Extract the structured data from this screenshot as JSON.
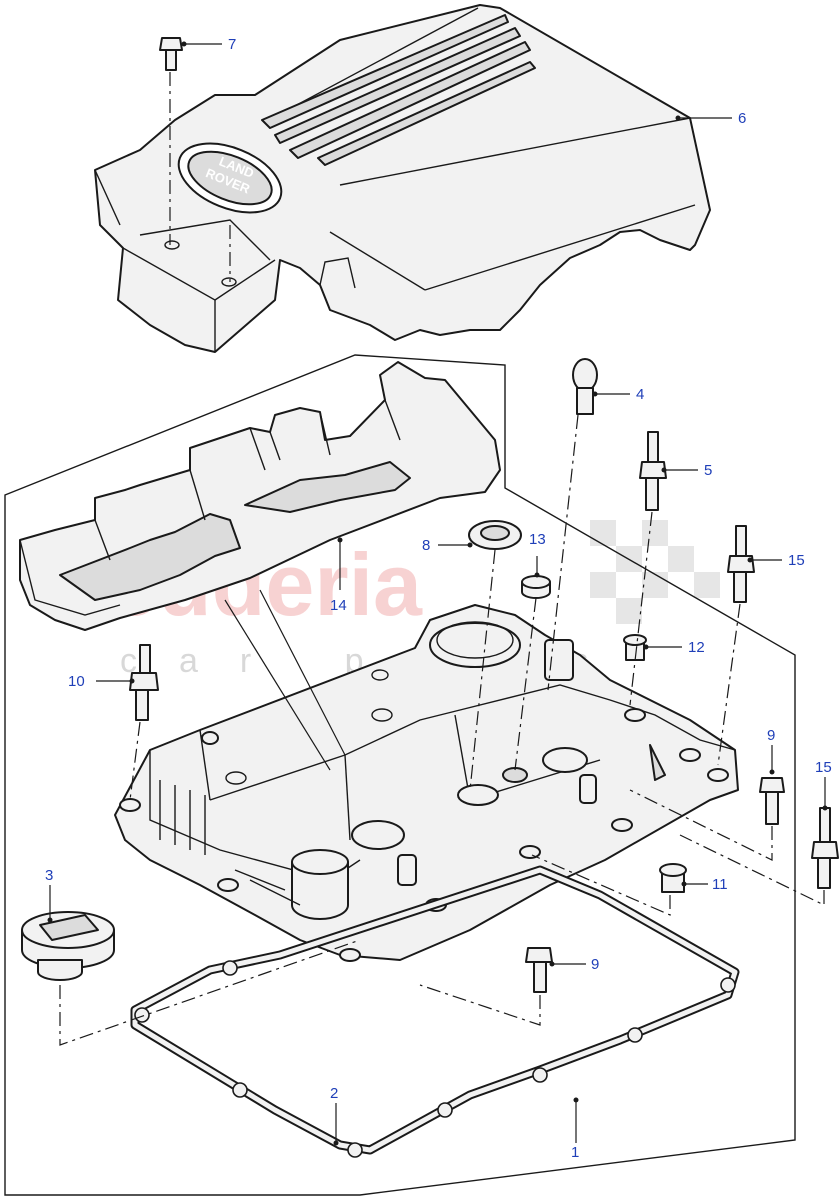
{
  "diagram": {
    "callouts": [
      {
        "id": "c1",
        "label": "1"
      },
      {
        "id": "c2",
        "label": "2"
      },
      {
        "id": "c3",
        "label": "3"
      },
      {
        "id": "c4",
        "label": "4"
      },
      {
        "id": "c5",
        "label": "5"
      },
      {
        "id": "c6",
        "label": "6"
      },
      {
        "id": "c7",
        "label": "7"
      },
      {
        "id": "c8",
        "label": "8"
      },
      {
        "id": "c9a",
        "label": "9"
      },
      {
        "id": "c9b",
        "label": "9"
      },
      {
        "id": "c10",
        "label": "10"
      },
      {
        "id": "c11",
        "label": "11"
      },
      {
        "id": "c12",
        "label": "12"
      },
      {
        "id": "c13",
        "label": "13"
      },
      {
        "id": "c14",
        "label": "14"
      },
      {
        "id": "c15a",
        "label": "15"
      },
      {
        "id": "c15b",
        "label": "15"
      }
    ],
    "logo_text": [
      "LAND",
      "ROVER"
    ],
    "watermark": {
      "main": "scuderia",
      "sub": "car parts"
    }
  },
  "colors": {
    "callout": "#1f3fb8",
    "line": "#1a1a1a",
    "watermark": "#f4c0c0"
  }
}
